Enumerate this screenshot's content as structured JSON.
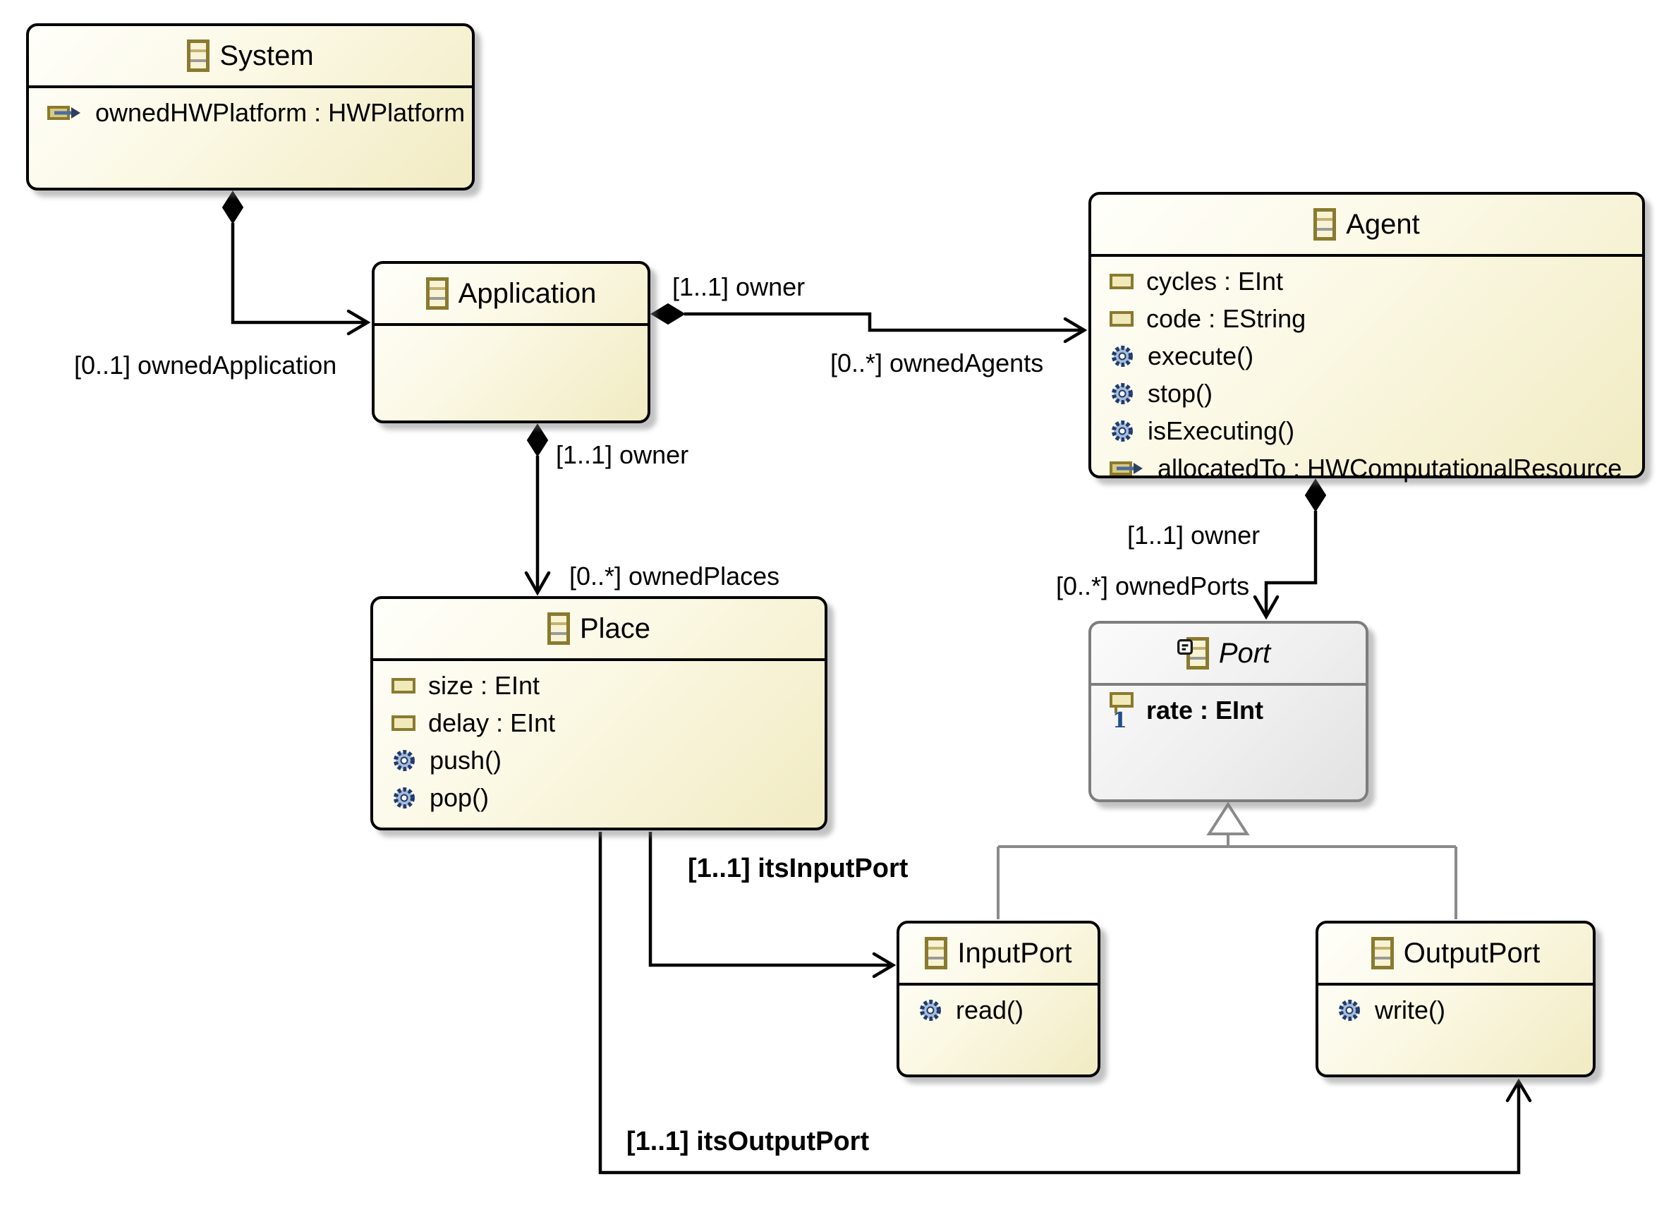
{
  "diagram_title": "Ecore class diagram",
  "colors": {
    "class_fill_light": "#fffffb",
    "class_fill_dark": "#f1ebc2",
    "class_border": "#000000",
    "abstract_fill": "#ececec",
    "abstract_border": "#7d7d7d",
    "icon_khaki_border": "#8a7a2e",
    "icon_khaki_fill": "#f8f3d4",
    "attribute_fill": "#f0eaba",
    "operation_blue": "#1f3a6e",
    "operation_blue_light": "#a8bdd8",
    "reference_arrow_blue": "#4a6da0",
    "multiplicity_one_blue": "#1d4e8f",
    "generalization_gray": "#8a8a8a"
  },
  "icons": {
    "class": "class-icon",
    "attribute": "attribute-icon",
    "required_attribute": "attribute-required-icon",
    "operation": "operation-gear-icon",
    "reference": "reference-icon",
    "abstract_badge": "abstract-badge-icon"
  },
  "classes": {
    "system": {
      "title": "System",
      "rows": [
        {
          "kind": "reference",
          "label": "ownedHWPlatform : HWPlatform"
        }
      ]
    },
    "application": {
      "title": "Application",
      "rows": []
    },
    "agent": {
      "title": "Agent",
      "rows": [
        {
          "kind": "attribute",
          "label": "cycles : EInt"
        },
        {
          "kind": "attribute",
          "label": "code : EString"
        },
        {
          "kind": "operation",
          "label": "execute()"
        },
        {
          "kind": "operation",
          "label": "stop()"
        },
        {
          "kind": "operation",
          "label": "isExecuting()"
        },
        {
          "kind": "reference",
          "label": "allocatedTo : HWComputationalResource"
        }
      ]
    },
    "place": {
      "title": "Place",
      "rows": [
        {
          "kind": "attribute",
          "label": "size : EInt"
        },
        {
          "kind": "attribute",
          "label": "delay : EInt"
        },
        {
          "kind": "operation",
          "label": "push()"
        },
        {
          "kind": "operation",
          "label": "pop()"
        }
      ]
    },
    "port": {
      "title": "Port",
      "abstract": true,
      "rows": [
        {
          "kind": "required_attribute",
          "label": "rate : EInt"
        }
      ]
    },
    "inputPort": {
      "title": "InputPort",
      "rows": [
        {
          "kind": "operation",
          "label": "read()"
        }
      ]
    },
    "outputPort": {
      "title": "OutputPort",
      "rows": [
        {
          "kind": "operation",
          "label": "write()"
        }
      ]
    }
  },
  "edges": {
    "ownedApplication": {
      "label": "[0..1] ownedApplication",
      "type": "composition"
    },
    "ownedAgents": {
      "owner_label": "[1..1] owner",
      "label": "[0..*] ownedAgents",
      "type": "composition"
    },
    "ownedPlaces": {
      "owner_label": "[1..1] owner",
      "label": "[0..*] ownedPlaces",
      "type": "composition"
    },
    "ownedPorts": {
      "owner_label": "[1..1] owner",
      "label": "[0..*] ownedPorts",
      "type": "composition"
    },
    "itsInputPort": {
      "label": "[1..1] itsInputPort",
      "type": "reference"
    },
    "itsOutputPort": {
      "label": "[1..1] itsOutputPort",
      "type": "reference"
    },
    "generalization_inputPort": {
      "label": "",
      "type": "generalization"
    },
    "generalization_outputPort": {
      "label": "",
      "type": "generalization"
    }
  }
}
